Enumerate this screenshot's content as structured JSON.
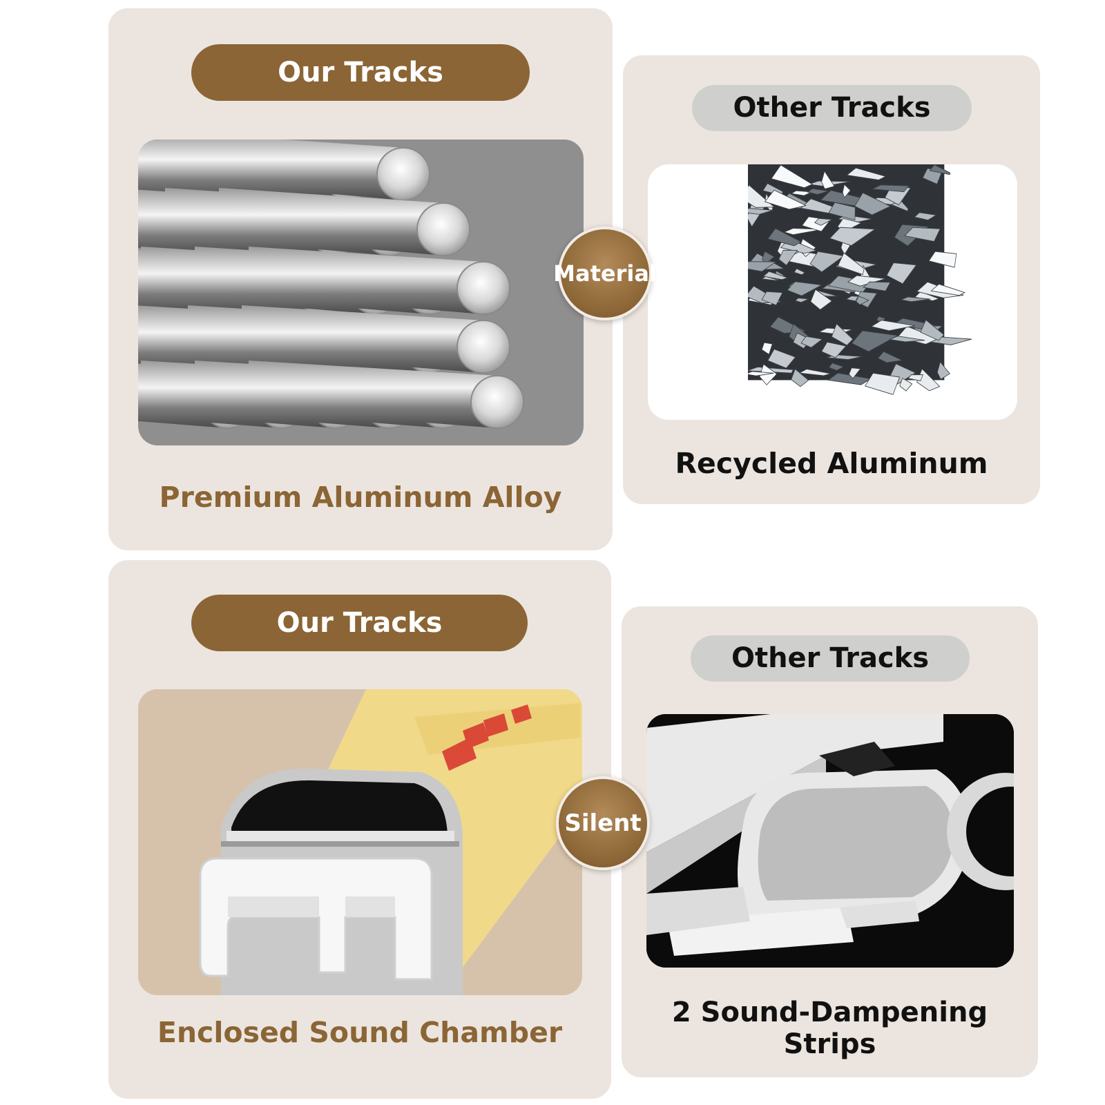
{
  "material": {
    "badge": "Material",
    "ours": {
      "label": "Our Tracks",
      "caption": "Premium Aluminum Alloy",
      "image": "stacked-aluminum-rods"
    },
    "other": {
      "label": "Other Tracks",
      "caption": "Recycled Aluminum",
      "image": "scrap-aluminum-pile"
    }
  },
  "silent": {
    "badge": "Silent",
    "ours": {
      "label": "Our Tracks",
      "caption": "Enclosed Sound Chamber",
      "image": "enclosed-track-cross-section"
    },
    "other": {
      "label": "Other Tracks",
      "caption": "2 Sound-Dampening Strips",
      "image": "open-track-profile"
    }
  },
  "colors": {
    "card_bg": "#ece5df",
    "brand_brown": "#8b6535",
    "other_pill": "#cfcfcd",
    "dark_text": "#111111"
  }
}
